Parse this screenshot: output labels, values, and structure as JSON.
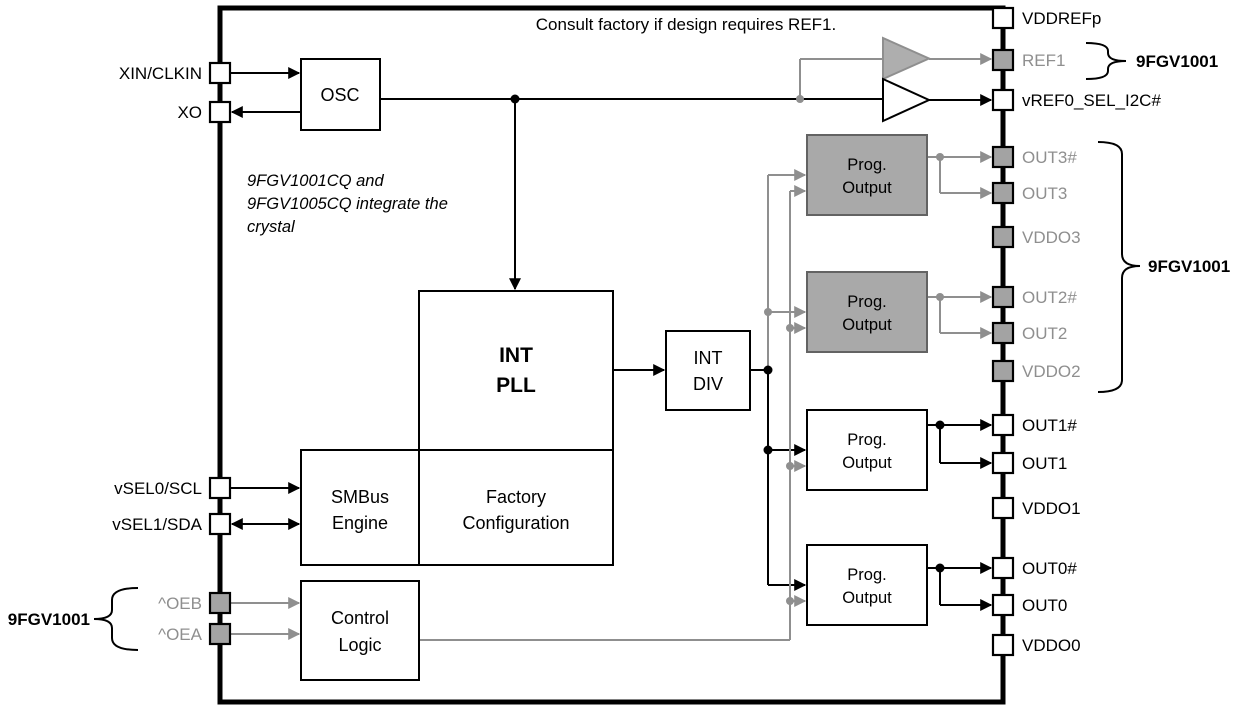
{
  "chip": {
    "top_note": "Consult factory if design requires REF1."
  },
  "notes": {
    "crystal_1": "9FGV1001CQ and",
    "crystal_2": "9FGV1005CQ integrate the",
    "crystal_3": "crystal"
  },
  "part_labels": {
    "left": "9FGV1001",
    "right_ref": "9FGV1001",
    "right_out": "9FGV1001"
  },
  "blocks": {
    "osc": "OSC",
    "pll_1": "INT",
    "pll_2": "PLL",
    "smbus_1": "SMBus",
    "smbus_2": "Engine",
    "factory_1": "Factory",
    "factory_2": "Configuration",
    "control_1": "Control",
    "control_2": "Logic",
    "div_1": "INT",
    "div_2": "DIV",
    "prog_1": "Prog.",
    "prog_2": "Output"
  },
  "pins_left": [
    {
      "label": "XIN/CLKIN",
      "type": "white"
    },
    {
      "label": "XO",
      "type": "white"
    },
    {
      "label": "vSEL0/SCL",
      "type": "white"
    },
    {
      "label": "vSEL1/SDA",
      "type": "white"
    },
    {
      "label": "^OEB",
      "type": "gray"
    },
    {
      "label": "^OEA",
      "type": "gray"
    }
  ],
  "pins_right": [
    {
      "label": "VDDREFp",
      "type": "white"
    },
    {
      "label": "REF1",
      "type": "gray"
    },
    {
      "label": "vREF0_SEL_I2C#",
      "type": "white"
    },
    {
      "label": "OUT3#",
      "type": "gray"
    },
    {
      "label": "OUT3",
      "type": "gray"
    },
    {
      "label": "VDDO3",
      "type": "gray"
    },
    {
      "label": "OUT2#",
      "type": "gray"
    },
    {
      "label": "OUT2",
      "type": "gray"
    },
    {
      "label": "VDDO2",
      "type": "gray"
    },
    {
      "label": "OUT1#",
      "type": "white"
    },
    {
      "label": "OUT1",
      "type": "white"
    },
    {
      "label": "VDDO1",
      "type": "white"
    },
    {
      "label": "OUT0#",
      "type": "white"
    },
    {
      "label": "OUT0",
      "type": "white"
    },
    {
      "label": "VDDO0",
      "type": "white"
    }
  ],
  "colors": {
    "black": "#000000",
    "gray_line": "#8f8f8f",
    "gray_text": "#8f8f8f",
    "gray_box_fill": "#a9a9a9",
    "gray_pin_fill": "#a3a3a3",
    "white": "#ffffff"
  }
}
